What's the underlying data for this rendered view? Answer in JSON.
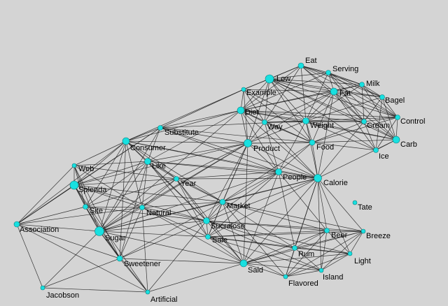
{
  "graph": {
    "background": "#d4d4d4",
    "node_color": "#18e0e0",
    "edge_color": "#1a1a1a",
    "nodes": [
      {
        "id": "Eat",
        "label": "Eat"
      },
      {
        "id": "Serving",
        "label": "Serving"
      },
      {
        "id": "Low",
        "label": "Low"
      },
      {
        "id": "Milk",
        "label": "Milk"
      },
      {
        "id": "Example",
        "label": "Example"
      },
      {
        "id": "Fat",
        "label": "Fat"
      },
      {
        "id": "Bagel",
        "label": "Bagel"
      },
      {
        "id": "Diet",
        "label": "Diet"
      },
      {
        "id": "Control",
        "label": "Control"
      },
      {
        "id": "Way",
        "label": "Way"
      },
      {
        "id": "Weight",
        "label": "Weight"
      },
      {
        "id": "Cream",
        "label": "Cream"
      },
      {
        "id": "Substitute",
        "label": "Substitute"
      },
      {
        "id": "Carb",
        "label": "Carb"
      },
      {
        "id": "Consumer",
        "label": "Consumer"
      },
      {
        "id": "Product",
        "label": "Product"
      },
      {
        "id": "Food",
        "label": "Food"
      },
      {
        "id": "Ice",
        "label": "Ice"
      },
      {
        "id": "Like",
        "label": "Like"
      },
      {
        "id": "Web",
        "label": "Web"
      },
      {
        "id": "People",
        "label": "People"
      },
      {
        "id": "Calorie",
        "label": "Calorie"
      },
      {
        "id": "Year",
        "label": "Year"
      },
      {
        "id": "Splenda",
        "label": "Splenda"
      },
      {
        "id": "Tate",
        "label": "Tate"
      },
      {
        "id": "Market",
        "label": "Market"
      },
      {
        "id": "Site",
        "label": "Site"
      },
      {
        "id": "Natural",
        "label": "Natural"
      },
      {
        "id": "Sucralose",
        "label": "Sucralose"
      },
      {
        "id": "Association",
        "label": "Association"
      },
      {
        "id": "Breeze",
        "label": "Breeze"
      },
      {
        "id": "Beer",
        "label": "Beer"
      },
      {
        "id": "Sugar",
        "label": "Sugar"
      },
      {
        "id": "Sale",
        "label": "Sale"
      },
      {
        "id": "Rum",
        "label": "Rum"
      },
      {
        "id": "Light",
        "label": "Light"
      },
      {
        "id": "Sweetener",
        "label": "Sweetener"
      },
      {
        "id": "Said",
        "label": "Said"
      },
      {
        "id": "Island",
        "label": "Island"
      },
      {
        "id": "Flavored",
        "label": "Flavored"
      },
      {
        "id": "Jacobson",
        "label": "Jacobson"
      },
      {
        "id": "Artificial",
        "label": "Artificial"
      }
    ],
    "edges": [
      [
        "Eat",
        "Serving"
      ],
      [
        "Eat",
        "Low"
      ],
      [
        "Eat",
        "Milk"
      ],
      [
        "Eat",
        "Fat"
      ],
      [
        "Eat",
        "Bagel"
      ],
      [
        "Eat",
        "Diet"
      ],
      [
        "Eat",
        "Weight"
      ],
      [
        "Eat",
        "Cream"
      ],
      [
        "Eat",
        "Way"
      ],
      [
        "Eat",
        "Example"
      ],
      [
        "Eat",
        "Control"
      ],
      [
        "Serving",
        "Low"
      ],
      [
        "Serving",
        "Milk"
      ],
      [
        "Serving",
        "Fat"
      ],
      [
        "Serving",
        "Bagel"
      ],
      [
        "Serving",
        "Diet"
      ],
      [
        "Serving",
        "Weight"
      ],
      [
        "Serving",
        "Cream"
      ],
      [
        "Serving",
        "Control"
      ],
      [
        "Serving",
        "Carb"
      ],
      [
        "Low",
        "Milk"
      ],
      [
        "Low",
        "Fat"
      ],
      [
        "Low",
        "Bagel"
      ],
      [
        "Low",
        "Diet"
      ],
      [
        "Low",
        "Weight"
      ],
      [
        "Low",
        "Cream"
      ],
      [
        "Low",
        "Control"
      ],
      [
        "Low",
        "Carb"
      ],
      [
        "Low",
        "Example"
      ],
      [
        "Low",
        "Way"
      ],
      [
        "Low",
        "Food"
      ],
      [
        "Low",
        "Product"
      ],
      [
        "Low",
        "Ice"
      ],
      [
        "Milk",
        "Fat"
      ],
      [
        "Milk",
        "Bagel"
      ],
      [
        "Milk",
        "Cream"
      ],
      [
        "Milk",
        "Weight"
      ],
      [
        "Milk",
        "Control"
      ],
      [
        "Milk",
        "Carb"
      ],
      [
        "Milk",
        "Diet"
      ],
      [
        "Fat",
        "Bagel"
      ],
      [
        "Fat",
        "Diet"
      ],
      [
        "Fat",
        "Weight"
      ],
      [
        "Fat",
        "Cream"
      ],
      [
        "Fat",
        "Control"
      ],
      [
        "Fat",
        "Carb"
      ],
      [
        "Fat",
        "Way"
      ],
      [
        "Fat",
        "Food"
      ],
      [
        "Fat",
        "Ice"
      ],
      [
        "Fat",
        "Example"
      ],
      [
        "Fat",
        "Product"
      ],
      [
        "Fat",
        "Calorie"
      ],
      [
        "Bagel",
        "Control"
      ],
      [
        "Bagel",
        "Cream"
      ],
      [
        "Bagel",
        "Carb"
      ],
      [
        "Bagel",
        "Weight"
      ],
      [
        "Bagel",
        "Ice"
      ],
      [
        "Example",
        "Diet"
      ],
      [
        "Example",
        "Way"
      ],
      [
        "Example",
        "Weight"
      ],
      [
        "Example",
        "Food"
      ],
      [
        "Example",
        "Substitute"
      ],
      [
        "Example",
        "Consumer"
      ],
      [
        "Example",
        "Product"
      ],
      [
        "Diet",
        "Way"
      ],
      [
        "Diet",
        "Weight"
      ],
      [
        "Diet",
        "Cream"
      ],
      [
        "Diet",
        "Food"
      ],
      [
        "Diet",
        "Product"
      ],
      [
        "Diet",
        "Carb"
      ],
      [
        "Diet",
        "Control"
      ],
      [
        "Diet",
        "People"
      ],
      [
        "Diet",
        "Calorie"
      ],
      [
        "Diet",
        "Substitute"
      ],
      [
        "Diet",
        "Consumer"
      ],
      [
        "Diet",
        "Like"
      ],
      [
        "Diet",
        "Sugar"
      ],
      [
        "Way",
        "Weight"
      ],
      [
        "Way",
        "Food"
      ],
      [
        "Way",
        "Product"
      ],
      [
        "Way",
        "People"
      ],
      [
        "Way",
        "Cream"
      ],
      [
        "Way",
        "Calorie"
      ],
      [
        "Weight",
        "Cream"
      ],
      [
        "Weight",
        "Control"
      ],
      [
        "Weight",
        "Carb"
      ],
      [
        "Weight",
        "Food"
      ],
      [
        "Weight",
        "Ice"
      ],
      [
        "Weight",
        "People"
      ],
      [
        "Weight",
        "Calorie"
      ],
      [
        "Weight",
        "Product"
      ],
      [
        "Cream",
        "Control"
      ],
      [
        "Cream",
        "Carb"
      ],
      [
        "Cream",
        "Ice"
      ],
      [
        "Cream",
        "Food"
      ],
      [
        "Cream",
        "Calorie"
      ],
      [
        "Control",
        "Carb"
      ],
      [
        "Control",
        "Ice"
      ],
      [
        "Control",
        "Food"
      ],
      [
        "Carb",
        "Ice"
      ],
      [
        "Carb",
        "Food"
      ],
      [
        "Carb",
        "Calorie"
      ],
      [
        "Food",
        "Ice"
      ],
      [
        "Food",
        "Product"
      ],
      [
        "Food",
        "People"
      ],
      [
        "Food",
        "Calorie"
      ],
      [
        "Food",
        "Market"
      ],
      [
        "Substitute",
        "Consumer"
      ],
      [
        "Substitute",
        "Product"
      ],
      [
        "Substitute",
        "Like"
      ],
      [
        "Substitute",
        "Food"
      ],
      [
        "Substitute",
        "Sugar"
      ],
      [
        "Substitute",
        "Association"
      ],
      [
        "Substitute",
        "Splenda"
      ],
      [
        "Substitute",
        "People"
      ],
      [
        "Substitute",
        "Calorie"
      ],
      [
        "Substitute",
        "Weight"
      ],
      [
        "Consumer",
        "Product"
      ],
      [
        "Consumer",
        "Like"
      ],
      [
        "Consumer",
        "Year"
      ],
      [
        "Consumer",
        "Web"
      ],
      [
        "Consumer",
        "Splenda"
      ],
      [
        "Consumer",
        "Site"
      ],
      [
        "Consumer",
        "Natural"
      ],
      [
        "Consumer",
        "Sugar"
      ],
      [
        "Consumer",
        "Market"
      ],
      [
        "Consumer",
        "Association"
      ],
      [
        "Consumer",
        "Sucralose"
      ],
      [
        "Consumer",
        "People"
      ],
      [
        "Consumer",
        "Calorie"
      ],
      [
        "Consumer",
        "Sweetener"
      ],
      [
        "Product",
        "People"
      ],
      [
        "Product",
        "Calorie"
      ],
      [
        "Product",
        "Market"
      ],
      [
        "Product",
        "Like"
      ],
      [
        "Product",
        "Year"
      ],
      [
        "Product",
        "Sucralose"
      ],
      [
        "Product",
        "Sale"
      ],
      [
        "Product",
        "Said"
      ],
      [
        "Product",
        "Food"
      ],
      [
        "Product",
        "Sugar"
      ],
      [
        "Product",
        "Splenda"
      ],
      [
        "Product",
        "Natural"
      ],
      [
        "Like",
        "Year"
      ],
      [
        "Like",
        "People"
      ],
      [
        "Like",
        "Calorie"
      ],
      [
        "Like",
        "Market"
      ],
      [
        "Like",
        "Natural"
      ],
      [
        "Like",
        "Splenda"
      ],
      [
        "Like",
        "Sugar"
      ],
      [
        "Like",
        "Sucralose"
      ],
      [
        "Like",
        "Web"
      ],
      [
        "Like",
        "Site"
      ],
      [
        "Like",
        "Sweetener"
      ],
      [
        "Like",
        "Sale"
      ],
      [
        "Web",
        "Splenda"
      ],
      [
        "Web",
        "Site"
      ],
      [
        "Web",
        "Sugar"
      ],
      [
        "Web",
        "Natural"
      ],
      [
        "Web",
        "Association"
      ],
      [
        "Web",
        "Year"
      ],
      [
        "Web",
        "Sweetener"
      ],
      [
        "People",
        "Calorie"
      ],
      [
        "People",
        "Market"
      ],
      [
        "People",
        "Year"
      ],
      [
        "People",
        "Sucralose"
      ],
      [
        "People",
        "Sale"
      ],
      [
        "People",
        "Said"
      ],
      [
        "People",
        "Beer"
      ],
      [
        "People",
        "Rum"
      ],
      [
        "People",
        "Sugar"
      ],
      [
        "Calorie",
        "Market"
      ],
      [
        "Calorie",
        "Sucralose"
      ],
      [
        "Calorie",
        "Sale"
      ],
      [
        "Calorie",
        "Said"
      ],
      [
        "Calorie",
        "Beer"
      ],
      [
        "Calorie",
        "Light"
      ],
      [
        "Calorie",
        "Breeze"
      ],
      [
        "Calorie",
        "Rum"
      ],
      [
        "Calorie",
        "Island"
      ],
      [
        "Calorie",
        "Flavored"
      ],
      [
        "Calorie",
        "Year"
      ],
      [
        "Calorie",
        "Sugar"
      ],
      [
        "Year",
        "Market"
      ],
      [
        "Year",
        "Sucralose"
      ],
      [
        "Year",
        "Natural"
      ],
      [
        "Year",
        "Splenda"
      ],
      [
        "Year",
        "Sale"
      ],
      [
        "Year",
        "Sugar"
      ],
      [
        "Year",
        "Said"
      ],
      [
        "Year",
        "Site"
      ],
      [
        "Splenda",
        "Site"
      ],
      [
        "Splenda",
        "Sugar"
      ],
      [
        "Splenda",
        "Natural"
      ],
      [
        "Splenda",
        "Sucralose"
      ],
      [
        "Splenda",
        "Association"
      ],
      [
        "Splenda",
        "Sweetener"
      ],
      [
        "Splenda",
        "Market"
      ],
      [
        "Splenda",
        "Artificial"
      ],
      [
        "Market",
        "Sucralose"
      ],
      [
        "Market",
        "Sale"
      ],
      [
        "Market",
        "Said"
      ],
      [
        "Market",
        "Natural"
      ],
      [
        "Market",
        "Beer"
      ],
      [
        "Market",
        "Breeze"
      ],
      [
        "Market",
        "Rum"
      ],
      [
        "Market",
        "Flavored"
      ],
      [
        "Market",
        "Sweetener"
      ],
      [
        "Market",
        "Sugar"
      ],
      [
        "Site",
        "Natural"
      ],
      [
        "Site",
        "Sugar"
      ],
      [
        "Site",
        "Association"
      ],
      [
        "Site",
        "Sweetener"
      ],
      [
        "Site",
        "Sucralose"
      ],
      [
        "Natural",
        "Sucralose"
      ],
      [
        "Natural",
        "Sugar"
      ],
      [
        "Natural",
        "Sweetener"
      ],
      [
        "Natural",
        "Sale"
      ],
      [
        "Natural",
        "Artificial"
      ],
      [
        "Natural",
        "Association"
      ],
      [
        "Natural",
        "Said"
      ],
      [
        "Sucralose",
        "Sale"
      ],
      [
        "Sucralose",
        "Said"
      ],
      [
        "Sucralose",
        "Sugar"
      ],
      [
        "Sucralose",
        "Sweetener"
      ],
      [
        "Sucralose",
        "Beer"
      ],
      [
        "Sucralose",
        "Breeze"
      ],
      [
        "Sucralose",
        "Light"
      ],
      [
        "Sucralose",
        "Rum"
      ],
      [
        "Sucralose",
        "Island"
      ],
      [
        "Sucralose",
        "Artificial"
      ],
      [
        "Association",
        "Sugar"
      ],
      [
        "Association",
        "Sweetener"
      ],
      [
        "Association",
        "Jacobson"
      ],
      [
        "Association",
        "Artificial"
      ],
      [
        "Association",
        "Splenda"
      ],
      [
        "Sugar",
        "Sweetener"
      ],
      [
        "Sugar",
        "Sale"
      ],
      [
        "Sugar",
        "Said"
      ],
      [
        "Sugar",
        "Artificial"
      ],
      [
        "Sugar",
        "Jacobson"
      ],
      [
        "Sale",
        "Said"
      ],
      [
        "Sale",
        "Beer"
      ],
      [
        "Sale",
        "Rum"
      ],
      [
        "Sale",
        "Light"
      ],
      [
        "Sale",
        "Breeze"
      ],
      [
        "Sale",
        "Island"
      ],
      [
        "Sale",
        "Flavored"
      ],
      [
        "Said",
        "Sweetener"
      ],
      [
        "Said",
        "Beer"
      ],
      [
        "Said",
        "Rum"
      ],
      [
        "Said",
        "Island"
      ],
      [
        "Said",
        "Flavored"
      ],
      [
        "Said",
        "Light"
      ],
      [
        "Said",
        "Breeze"
      ],
      [
        "Said",
        "Artificial"
      ],
      [
        "Beer",
        "Breeze"
      ],
      [
        "Beer",
        "Rum"
      ],
      [
        "Beer",
        "Light"
      ],
      [
        "Beer",
        "Island"
      ],
      [
        "Beer",
        "Flavored"
      ],
      [
        "Breeze",
        "Rum"
      ],
      [
        "Breeze",
        "Light"
      ],
      [
        "Breeze",
        "Island"
      ],
      [
        "Breeze",
        "Flavored"
      ],
      [
        "Rum",
        "Light"
      ],
      [
        "Rum",
        "Island"
      ],
      [
        "Rum",
        "Flavored"
      ],
      [
        "Light",
        "Island"
      ],
      [
        "Light",
        "Flavored"
      ],
      [
        "Island",
        "Flavored"
      ],
      [
        "Sweetener",
        "Artificial"
      ],
      [
        "Sweetener",
        "Jacobson"
      ],
      [
        "Jacobson",
        "Artificial"
      ]
    ]
  }
}
